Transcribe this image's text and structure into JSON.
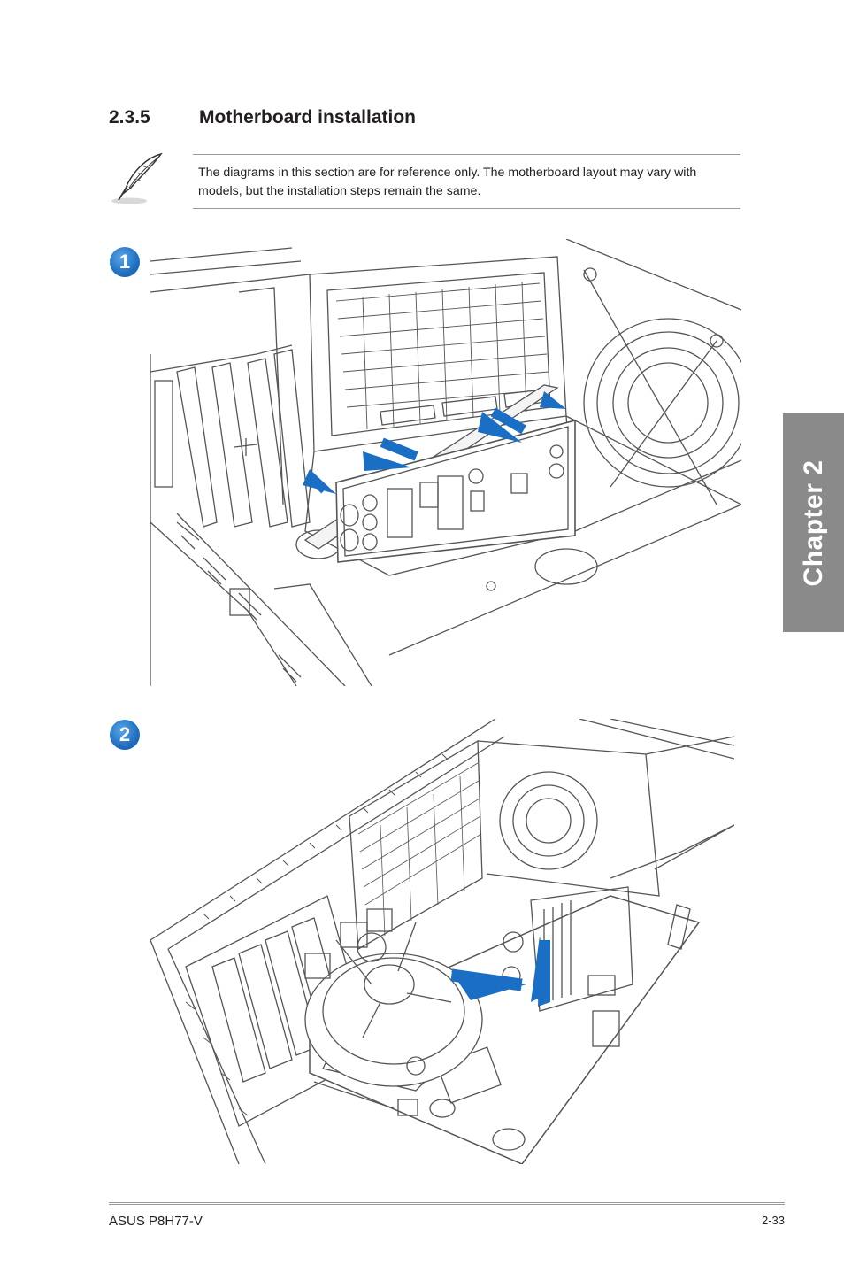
{
  "section": {
    "number": "2.3.5",
    "title": "Motherboard installation"
  },
  "note": {
    "icon": "quill-pen-icon",
    "text": "The diagrams in this section are for reference only. The motherboard layout may vary with models, but the installation steps remain the same."
  },
  "steps": [
    {
      "label": "1",
      "diagram": "io-shield-installation"
    },
    {
      "label": "2",
      "diagram": "motherboard-placement"
    }
  ],
  "colors": {
    "step_badge": "#1f6fc0",
    "arrow": "#1a6fc4",
    "chapter_tab": "#8a8a8a",
    "line_art": "#555555"
  },
  "chapter_tab": {
    "label": "Chapter 2"
  },
  "footer": {
    "product": "ASUS P8H77-V",
    "page": "2-33"
  }
}
